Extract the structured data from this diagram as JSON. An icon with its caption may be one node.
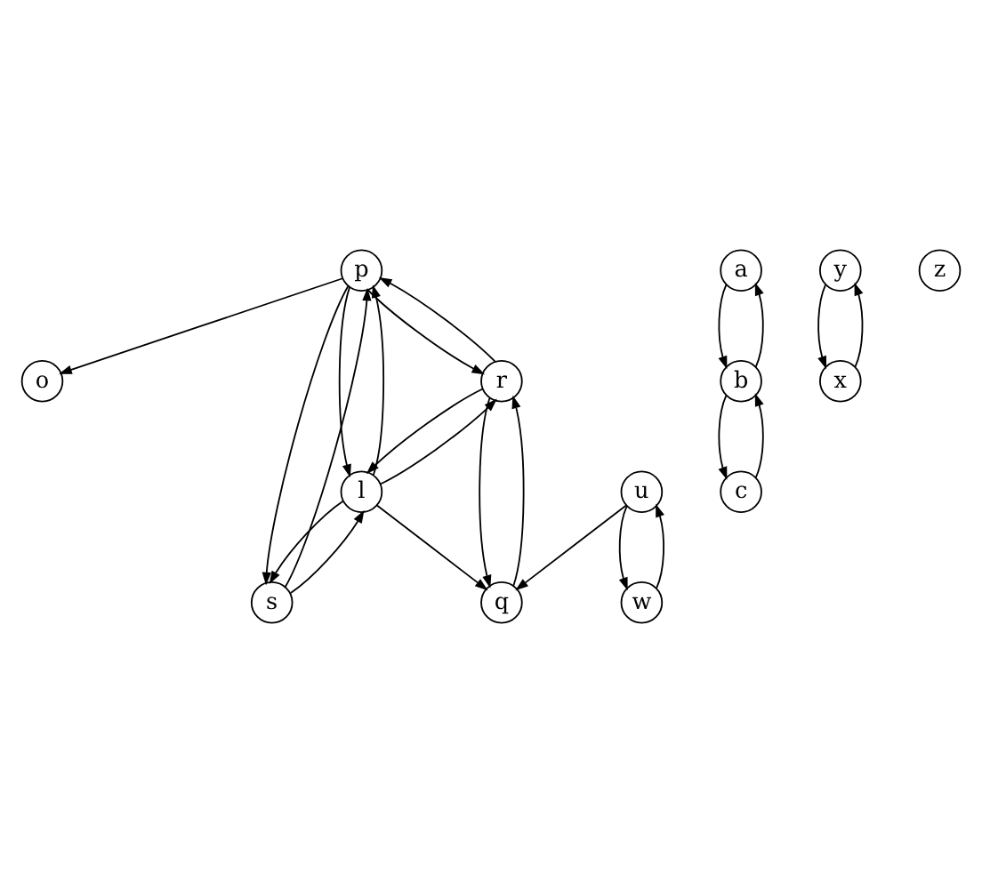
{
  "diagram": {
    "nodes": [
      {
        "text": [
          "o"
        ]
      },
      {
        "text": [
          "p"
        ]
      },
      {
        "text": [
          "a"
        ]
      },
      {
        "text": [
          "b"
        ]
      },
      {
        "text": [
          "c"
        ]
      },
      {
        "text": [
          "r"
        ]
      },
      {
        "text": [
          "l"
        ]
      },
      {
        "text": [
          "s"
        ]
      },
      {
        "text": [
          "q"
        ]
      },
      {
        "text": [
          "y"
        ]
      },
      {
        "text": [
          "x"
        ]
      },
      {
        "text": [
          "u"
        ]
      },
      {
        "text": [
          "w"
        ]
      },
      {
        "text": [
          "z"
        ]
      }
    ],
    "edges": [
      {
        "from": 1,
        "to": 0,
        "arrow": "to"
      },
      {
        "from": 1,
        "to": 5,
        "arrow": "to"
      },
      {
        "from": 5,
        "to": 1,
        "arrow": "to"
      },
      {
        "from": 1,
        "to": 6,
        "arrow": "to"
      },
      {
        "from": 6,
        "to": 1,
        "arrow": "to"
      },
      {
        "from": 1,
        "to": 7,
        "arrow": "to"
      },
      {
        "from": 7,
        "to": 1,
        "arrow": "to"
      },
      {
        "from": 5,
        "to": 6,
        "arrow": "to"
      },
      {
        "from": 6,
        "to": 5,
        "arrow": "to"
      },
      {
        "from": 6,
        "to": 7,
        "arrow": "to"
      },
      {
        "from": 7,
        "to": 6,
        "arrow": "to"
      },
      {
        "from": 5,
        "to": 8,
        "arrow": "to"
      },
      {
        "from": 8,
        "to": 5,
        "arrow": "to"
      },
      {
        "from": 6,
        "to": 8,
        "arrow": "to"
      },
      {
        "from": 11,
        "to": 8,
        "arrow": "to"
      },
      {
        "from": 11,
        "to": 12,
        "arrow": "to"
      },
      {
        "from": 12,
        "to": 11,
        "arrow": "to"
      },
      {
        "from": 3,
        "to": 2,
        "arrow": "to"
      },
      {
        "from": 2,
        "to": 3,
        "arrow": "to"
      },
      {
        "from": 4,
        "to": 3,
        "arrow": "to"
      },
      {
        "from": 3,
        "to": 4,
        "arrow": "to"
      },
      {
        "from": 10,
        "to": 9,
        "arrow": "to"
      },
      {
        "from": 9,
        "to": 10,
        "arrow": "to"
      }
    ]
  }
}
